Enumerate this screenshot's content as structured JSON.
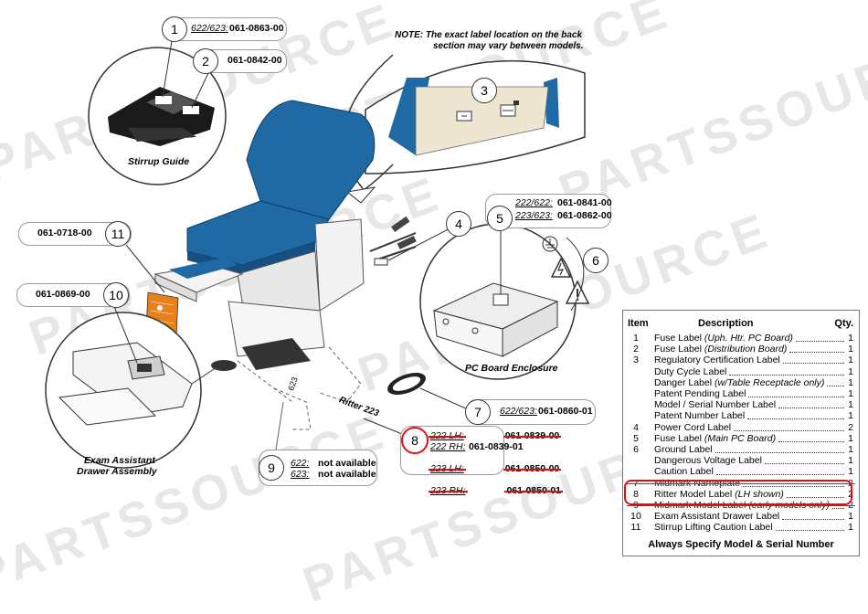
{
  "watermark": "PARTSSOURCE",
  "note": {
    "line1": "NOTE:  The exact label location on the back",
    "line2": "section may vary between models."
  },
  "captions": {
    "stirrup_guide": "Stirrup Guide",
    "pc_board_enclosure": "PC Board Enclosure",
    "drawer_line1": "Exam Assistant",
    "drawer_line2": "Drawer Assembly"
  },
  "callouts": {
    "c1": {
      "num": "1",
      "models": "622/623:",
      "part": "061-0863-00"
    },
    "c2": {
      "num": "2",
      "part": "061-0842-00"
    },
    "c3": {
      "num": "3"
    },
    "c4": {
      "num": "4"
    },
    "c5": {
      "num": "5",
      "r1_models": "222/622:",
      "r1_part": "061-0841-00",
      "r2_models": "223/623:",
      "r2_part": "061-0862-00"
    },
    "c6": {
      "num": "6"
    },
    "c7": {
      "num": "7",
      "models": "622/623:",
      "part": "061-0860-01"
    },
    "c8": {
      "num": "8",
      "r1_models": "222 LH:",
      "r1_part": "061-0839-00",
      "r2_models": "222 RH:",
      "r2_part": "061-0839-01",
      "r3_models": "223 LH:",
      "r3_part": "061-0850-00",
      "r4_models": "223 RH:",
      "r4_part": "061-0850-01"
    },
    "c9": {
      "num": "9",
      "r1_models": "622:",
      "r1_value": "not available",
      "r2_models": "623:",
      "r2_value": "not available"
    },
    "c10": {
      "num": "10",
      "part": "061-0869-00"
    },
    "c11": {
      "num": "11",
      "part": "061-0718-00"
    }
  },
  "diagram_text": {
    "label_623": "623",
    "ritter_label": "Ritter",
    "ritter_model": "223"
  },
  "legend": {
    "header_item": "Item",
    "header_description": "Description",
    "header_qty": "Qty.",
    "rows": [
      {
        "item": "1",
        "description": "Fuse Label",
        "italic": "(Uph. Htr. PC Board)",
        "qty": "1",
        "struck": false
      },
      {
        "item": "2",
        "description": "Fuse Label",
        "italic": "(Distribution Board)",
        "qty": "1",
        "struck": false
      },
      {
        "item": "3",
        "description": "Regulatory Certification Label",
        "italic": "",
        "qty": "1",
        "struck": false
      },
      {
        "item": "",
        "description": "Duty Cycle Label",
        "italic": "",
        "qty": "1",
        "struck": false
      },
      {
        "item": "",
        "description": "Danger Label",
        "italic": "(w/Table Receptacle only)",
        "qty": "1",
        "struck": false
      },
      {
        "item": "",
        "description": "Patent Pending Label",
        "italic": "",
        "qty": "1",
        "struck": false
      },
      {
        "item": "",
        "description": "Model / Serial Number Label",
        "italic": "",
        "qty": "1",
        "struck": false
      },
      {
        "item": "",
        "description": "Patent Number Label",
        "italic": "",
        "qty": "1",
        "struck": false
      },
      {
        "item": "4",
        "description": "Power Cord Label",
        "italic": "",
        "qty": "2",
        "struck": false
      },
      {
        "item": "5",
        "description": "Fuse Label",
        "italic": "(Main PC Board)",
        "qty": "1",
        "struck": false
      },
      {
        "item": "6",
        "description": "Ground Label",
        "italic": "",
        "qty": "1",
        "struck": false
      },
      {
        "item": "",
        "description": "Dangerous Voltage Label",
        "italic": "",
        "qty": "1",
        "struck": false
      },
      {
        "item": "",
        "description": "Caution Label",
        "italic": "",
        "qty": "1",
        "struck": false
      },
      {
        "item": "7",
        "description": "Midmark Nameplate",
        "italic": "",
        "qty": "2",
        "struck": true
      },
      {
        "item": "8",
        "description": "Ritter Model Label",
        "italic": "(LH shown)",
        "qty": "2",
        "struck": false
      },
      {
        "item": "9",
        "description": "Midmark Model Label",
        "italic": "(early models only)",
        "qty": "2",
        "struck": true
      },
      {
        "item": "10",
        "description": "Exam Assistant Drawer Label",
        "italic": "",
        "qty": "1",
        "struck": false
      },
      {
        "item": "11",
        "description": "Stirrup Lifting Caution Label",
        "italic": "",
        "qty": "1",
        "struck": false
      }
    ],
    "footer": "Always Specify Model & Serial Number"
  },
  "colors": {
    "upholstery": "#1f6aa5",
    "highlight_red": "#e01010",
    "warning_label": "#e8801c"
  }
}
